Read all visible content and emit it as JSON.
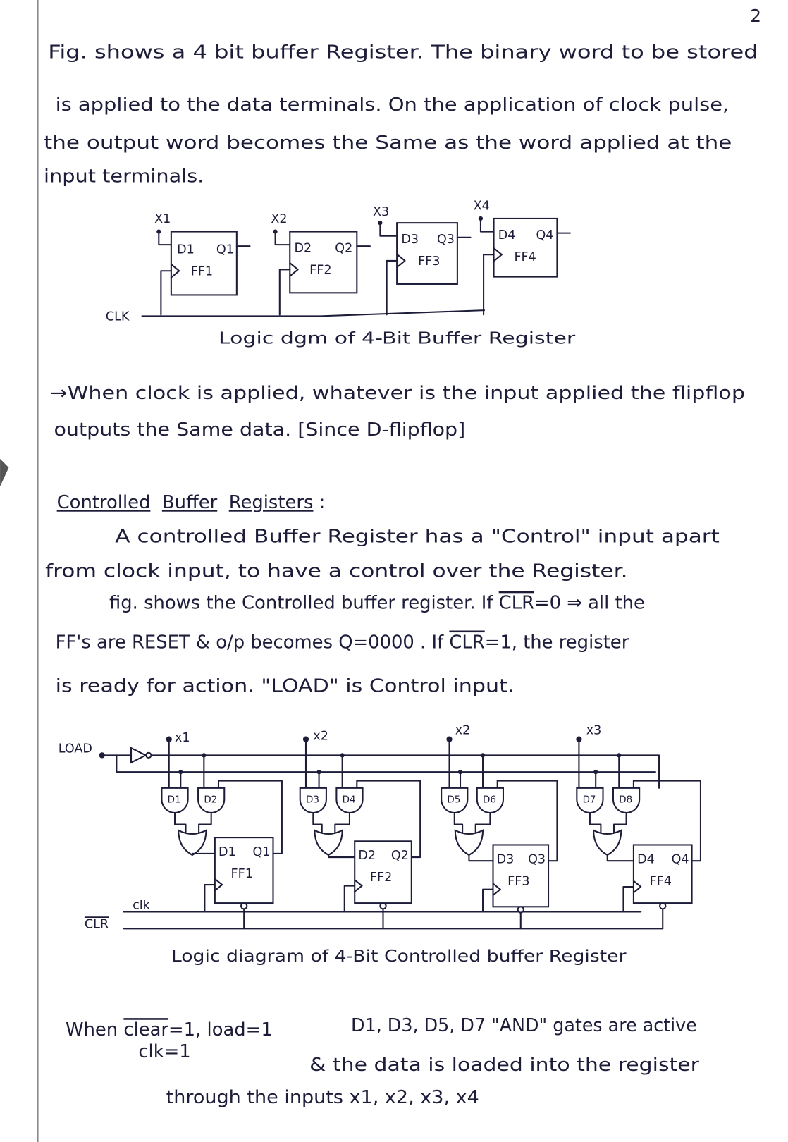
{
  "page_number": "2",
  "intro": {
    "lines": [
      "Fig. shows a 4 bit buffer Register. The binary word to be stored",
      "is applied to the data terminals. On the application of clock pulse,",
      "the output word becomes the Same as the word applied at the",
      "input terminals."
    ]
  },
  "diagram1": {
    "inputs": [
      "X1",
      "X2",
      "X3",
      "X4"
    ],
    "d_labels": [
      "D1",
      "D2",
      "D3",
      "D4"
    ],
    "q_labels": [
      "Q1",
      "Q2",
      "Q3",
      "Q4"
    ],
    "ff_labels": [
      "FF1",
      "FF2",
      "FF3",
      "FF4"
    ],
    "clk_label": "CLK",
    "caption": "Logic dgm of 4-Bit Buffer Register"
  },
  "note": {
    "lines": [
      "→When clock is applied, whatever is the input applied the flipflop",
      "outputs the Same data. [Since D-flipflop]"
    ]
  },
  "section": {
    "heading_1": "Controlled",
    "heading_2": "Buffer",
    "heading_3": "Registers",
    "heading_colon": " :",
    "line1": "A controlled Buffer Register has a \"Control\" input apart",
    "line2": "from clock input, to have a control over the Register.",
    "line3_pre": "fig. shows the Controlled buffer register. If ",
    "line3_over": "CLR",
    "line3_post": "=0 ⇒ all the",
    "line4_pre": "FF's are RESET & o/p becomes Q=0000 . If ",
    "line4_over": "CLR",
    "line4_post": "=1, the register",
    "line5": "is ready for action. \"LOAD\" is Control input."
  },
  "diagram2": {
    "load_label": "LOAD",
    "inputs": [
      "x1",
      "x2",
      "x2",
      "x3"
    ],
    "gate_labels": [
      "D1",
      "D2",
      "D3",
      "D4",
      "D5",
      "D6",
      "D7",
      "D8"
    ],
    "d_labels": [
      "D1",
      "D2",
      "D3",
      "D4"
    ],
    "q_labels": [
      "Q1",
      "Q2",
      "Q3",
      "Q4"
    ],
    "ff_labels": [
      "FF1",
      "FF2",
      "FF3",
      "FF4"
    ],
    "clk_label": "clk",
    "clr_label": "CLR",
    "caption": "Logic diagram of 4-Bit Controlled buffer Register"
  },
  "conclusion": {
    "when": "When ",
    "clear_over": "clear",
    "clear_post": "=1,  load=1",
    "gates": "D1, D3, D5, D7 \"AND\" gates are active",
    "clk": "clk=1",
    "line2": "& the data is loaded into the register",
    "line3": "through the inputs  x1, x2, x3, x4"
  }
}
